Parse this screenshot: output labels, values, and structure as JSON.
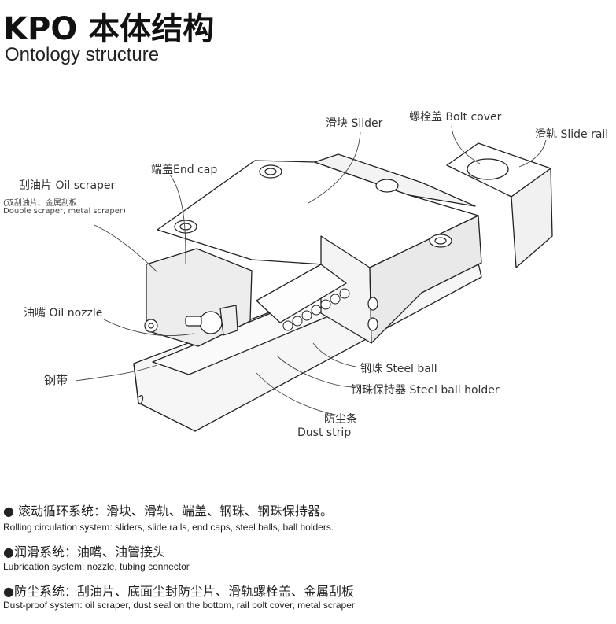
{
  "header": {
    "title": "KPO 本体结构",
    "subtitle": "Ontology structure"
  },
  "labels": {
    "slider": "滑块 Slider",
    "bolt_cover": "螺栓盖 Bolt cover",
    "slide_rail": "滑轨 Slide rail",
    "end_cap": "端盖End cap",
    "oil_scraper": "刮油片 Oil scraper",
    "oil_scraper_note_zh": "(双刮油片、金属刮板",
    "oil_scraper_note_en": "Double scraper, metal scraper)",
    "oil_nozzle": "油嘴 Oil nozzle",
    "steel_strip": "钢带",
    "steel_ball": "钢珠 Steel ball",
    "steel_ball_holder": "钢珠保持器 Steel ball holder",
    "dust_strip_zh": "防尘条",
    "dust_strip_en": "Dust strip"
  },
  "systems": [
    {
      "zh": "● 滚动循环系统：滑块、滑轨、端盖、钢珠、钢珠保持器。",
      "en": "Rolling circulation system: sliders, slide rails, end caps, steel balls, ball holders."
    },
    {
      "zh": "●润滑系统：油嘴、油管接头",
      "en": "Lubrication system: nozzle, tubing connector"
    },
    {
      "zh": "●防尘系统：刮油片、底面尘封防尘片、滑轨螺栓盖、金属刮板",
      "en": "Dust-proof system: oil scraper, dust seal on the bottom, rail bolt cover, metal scraper"
    }
  ]
}
